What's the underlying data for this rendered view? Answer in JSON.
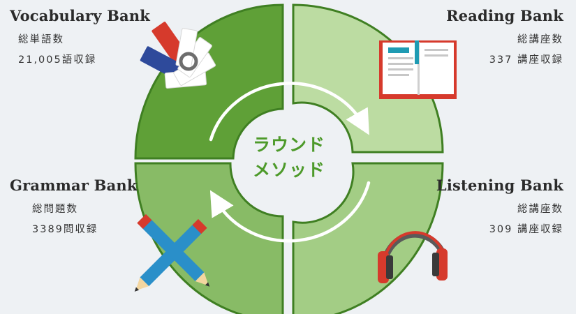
{
  "center": {
    "line1": "ラウンド",
    "line2": "メソッド"
  },
  "banks": {
    "vocabulary": {
      "title": "Vocabulary Bank",
      "line1": "総単語数",
      "line2": "21,005語収録",
      "icon": "word-cards-icon"
    },
    "reading": {
      "title": "Reading Bank",
      "line1": "総講座数",
      "line2": "337 講座収録",
      "icon": "book-icon"
    },
    "grammar": {
      "title": "Grammar Bank",
      "line1": "総問題数",
      "line2": "3389問収録",
      "icon": "crossed-pencils-icon"
    },
    "listening": {
      "title": "Listening Bank",
      "line1": "総講座数",
      "line2": "309 講座収録",
      "icon": "headphones-icon"
    }
  },
  "colors": {
    "background": "#eef1f4",
    "vocabulary_quadrant": "#5fa037",
    "grammar_quadrant": "#88bb66",
    "listening_quadrant": "#a3cd85",
    "reading_quadrant": "#bcdca2",
    "outline": "#3f7f22",
    "arrows": "#ffffff",
    "center_text": "#4d9a2a"
  }
}
